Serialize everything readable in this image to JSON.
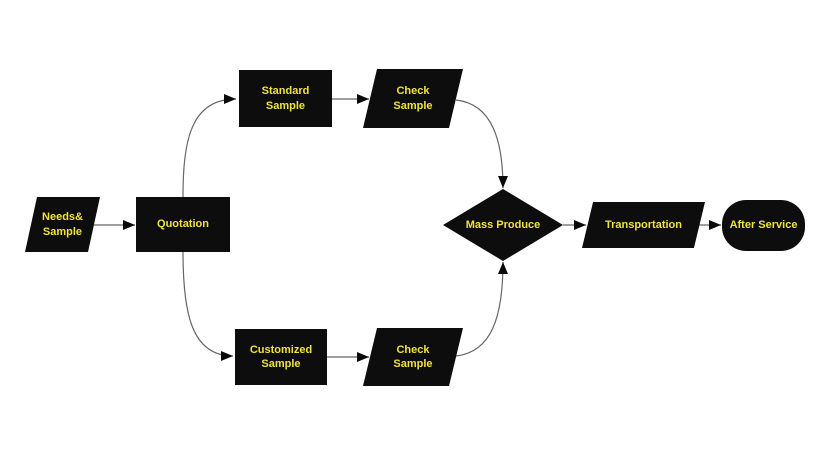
{
  "diagram": {
    "type": "flowchart",
    "colors": {
      "node_fill": "#0d0d0d",
      "label": "#f0e33c",
      "connector": "#666666",
      "arrowhead": "#0a0a0a",
      "background": "#ffffff"
    },
    "nodes": {
      "needs_sample": {
        "label": "Needs&\nSample",
        "shape": "parallelogram"
      },
      "quotation": {
        "label": "Quotation",
        "shape": "rectangle"
      },
      "standard_sample": {
        "label": "Standard\nSample",
        "shape": "rectangle"
      },
      "check_sample_top": {
        "label": "Check\nSample",
        "shape": "parallelogram"
      },
      "customized_sample": {
        "label": "Customized\nSample",
        "shape": "rectangle"
      },
      "check_sample_bottom": {
        "label": "Check\nSample",
        "shape": "parallelogram"
      },
      "mass_produce": {
        "label": "Mass Produce",
        "shape": "diamond"
      },
      "transportation": {
        "label": "Transportation",
        "shape": "parallelogram"
      },
      "after_service": {
        "label": "After Service",
        "shape": "stadium"
      }
    },
    "connectors": [
      {
        "from": "needs_sample",
        "to": "quotation",
        "style": "straight"
      },
      {
        "from": "quotation",
        "to": "standard_sample",
        "style": "curved"
      },
      {
        "from": "quotation",
        "to": "customized_sample",
        "style": "curved"
      },
      {
        "from": "standard_sample",
        "to": "check_sample_top",
        "style": "straight"
      },
      {
        "from": "customized_sample",
        "to": "check_sample_bottom",
        "style": "straight"
      },
      {
        "from": "check_sample_top",
        "to": "mass_produce",
        "style": "curved"
      },
      {
        "from": "check_sample_bottom",
        "to": "mass_produce",
        "style": "curved"
      },
      {
        "from": "mass_produce",
        "to": "transportation",
        "style": "straight"
      },
      {
        "from": "transportation",
        "to": "after_service",
        "style": "straight"
      }
    ]
  }
}
